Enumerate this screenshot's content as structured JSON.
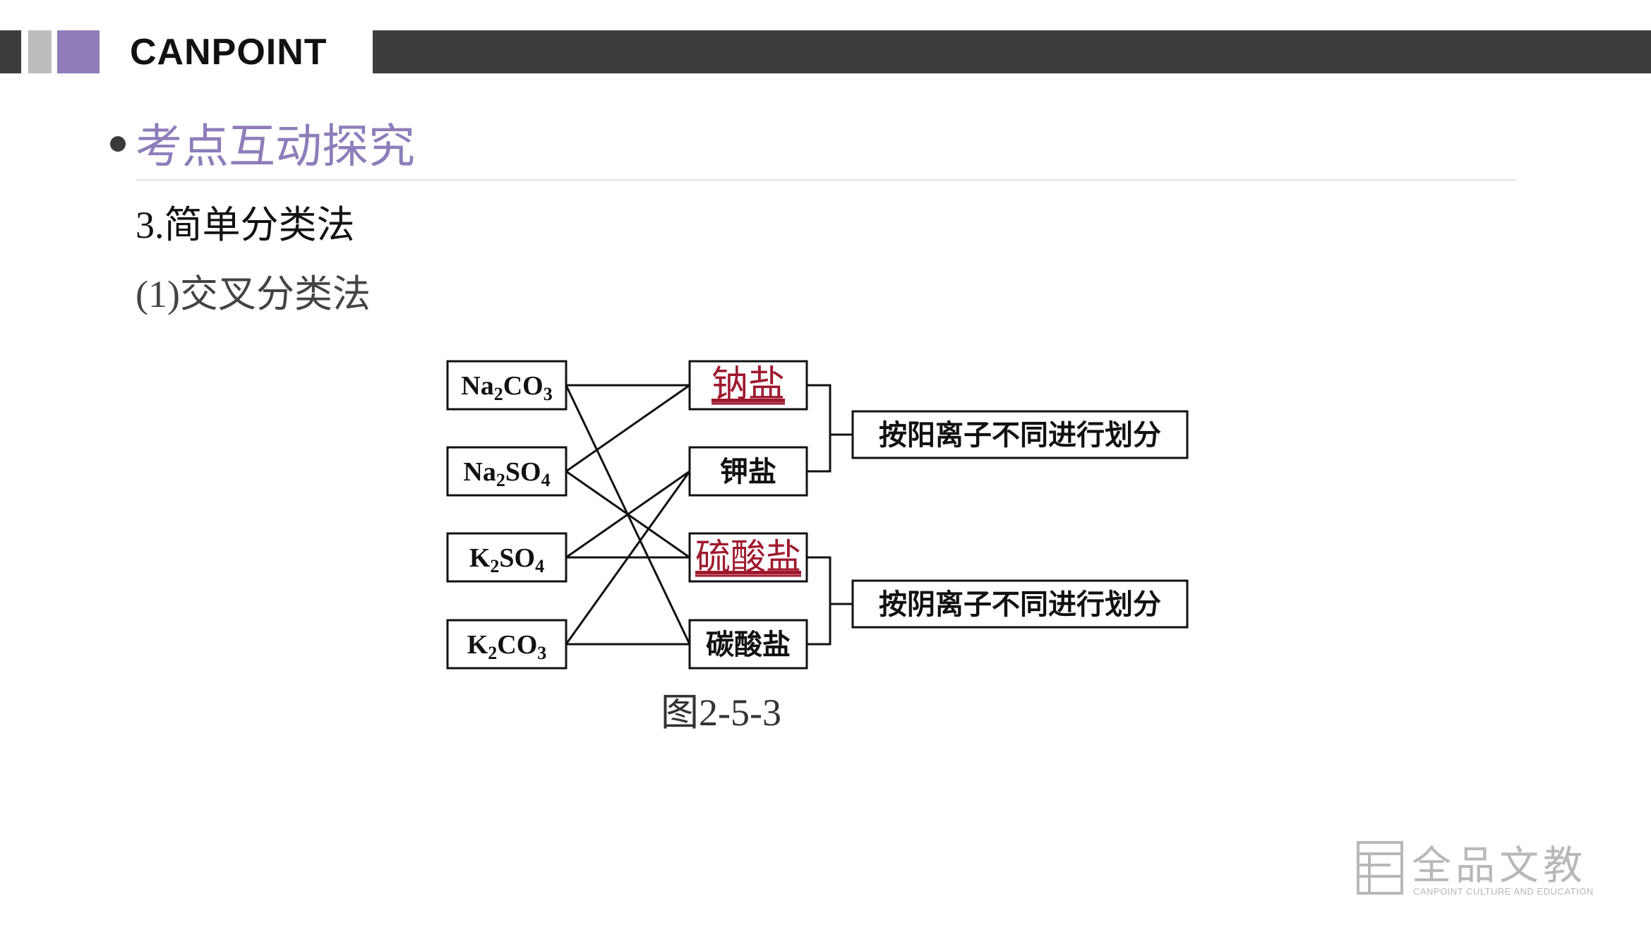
{
  "header": {
    "brand": "CANPOINT",
    "colors": {
      "dark": "#3d3d3d",
      "gray": "#bcbcbc",
      "purple": "#8e7dba"
    }
  },
  "section": {
    "title": "考点互动探究"
  },
  "content": {
    "item3": {
      "num": "3.",
      "text": "简单分类法"
    },
    "item1": {
      "num": "(1)",
      "text": "交叉分类法"
    }
  },
  "diagram": {
    "compounds": [
      {
        "id": "na2co3",
        "base1": "Na",
        "sub1": "2",
        "base2": "CO",
        "sub2": "3"
      },
      {
        "id": "na2so4",
        "base1": "Na",
        "sub1": "2",
        "base2": "SO",
        "sub2": "4"
      },
      {
        "id": "k2so4",
        "base1": "K",
        "sub1": "2",
        "base2": "SO",
        "sub2": "4"
      },
      {
        "id": "k2co3",
        "base1": "K",
        "sub1": "2",
        "base2": "CO",
        "sub2": "3"
      }
    ],
    "categories": [
      {
        "id": "sodium-salt",
        "label": "钠盐",
        "highlight": true
      },
      {
        "id": "potassium-salt",
        "label": "钾盐",
        "highlight": false
      },
      {
        "id": "sulfate",
        "label": "硫酸盐",
        "highlight": true
      },
      {
        "id": "carbonate",
        "label": "碳酸盐",
        "highlight": false
      }
    ],
    "criteria": [
      {
        "id": "by-cation",
        "label": "按阳离子不同进行划分"
      },
      {
        "id": "by-anion",
        "label": "按阴离子不同进行划分"
      }
    ],
    "links": [
      [
        "na2co3",
        "sodium-salt"
      ],
      [
        "na2co3",
        "carbonate"
      ],
      [
        "na2so4",
        "sodium-salt"
      ],
      [
        "na2so4",
        "sulfate"
      ],
      [
        "k2so4",
        "potassium-salt"
      ],
      [
        "k2so4",
        "sulfate"
      ],
      [
        "k2co3",
        "potassium-salt"
      ],
      [
        "k2co3",
        "carbonate"
      ]
    ],
    "highlight_color": "#a0192e",
    "caption": {
      "prefix": "图",
      "num": "2-5-3"
    }
  },
  "watermark": {
    "cn": "全品文教",
    "en": "CANPOINT CULTURE AND EDUCATION",
    "icon": "canpoint-logo-icon"
  }
}
